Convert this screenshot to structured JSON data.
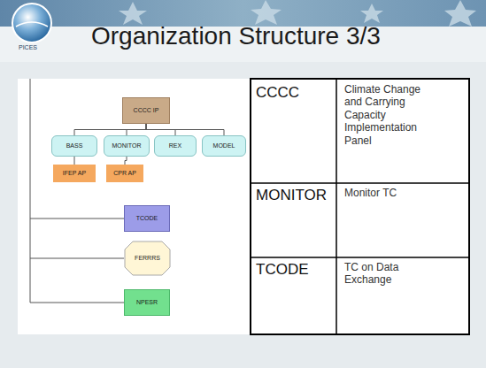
{
  "diagram": {
    "title": "Organization Structure 3/3",
    "nodes": [
      {
        "text": [
          "CCCC IP"
        ]
      },
      {
        "text": [
          "BASS"
        ]
      },
      {
        "text": [
          "MONITOR"
        ]
      },
      {
        "text": [
          "REX"
        ]
      },
      {
        "text": [
          "MODEL"
        ]
      },
      {
        "text": [
          "IFEP AP"
        ]
      },
      {
        "text": [
          "CPR AP"
        ]
      },
      {
        "text": [
          "TCODE"
        ]
      },
      {
        "text": [
          "FERRRS"
        ]
      },
      {
        "text": [
          "NPESR"
        ]
      }
    ],
    "edges": [
      {
        "from": 0,
        "to": 1,
        "arrow": "none"
      },
      {
        "from": 0,
        "to": 2,
        "arrow": "none"
      },
      {
        "from": 0,
        "to": 3,
        "arrow": "none"
      },
      {
        "from": 0,
        "to": 4,
        "arrow": "none"
      },
      {
        "from": 1,
        "to": 5,
        "arrow": "none"
      },
      {
        "from": 2,
        "to": 6,
        "arrow": "none"
      }
    ],
    "labels": [
      "PICES",
      "CCCC",
      "Climate Change and Carrying Capacity Implementation Panel",
      "MONITOR",
      "Monitor TC",
      "TCODE",
      "TC on Data Exchange"
    ]
  }
}
